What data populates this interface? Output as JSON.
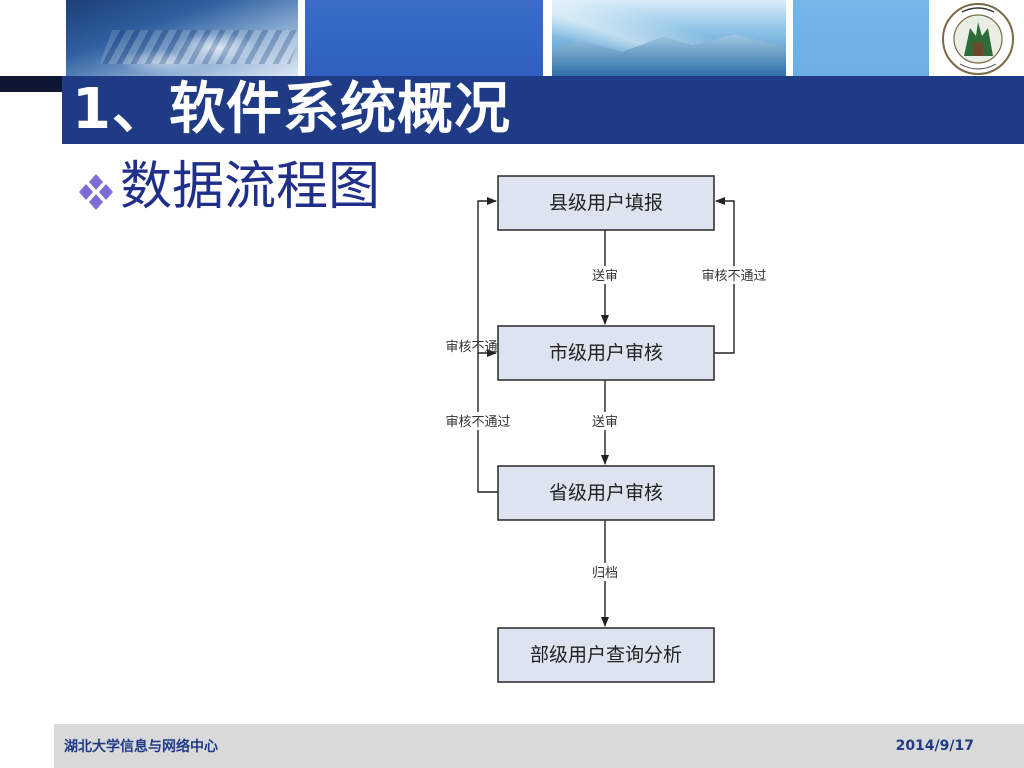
{
  "slide": {
    "title": "1、软件系统概况",
    "heading": "数据流程图",
    "bullet_icon": "four-diamond-bullet-icon"
  },
  "logo": {
    "name": "university-seal-logo"
  },
  "flowchart": {
    "nodes": [
      {
        "id": "county",
        "label": "县级用户填报"
      },
      {
        "id": "city",
        "label": "市级用户审核"
      },
      {
        "id": "province",
        "label": "省级用户审核"
      },
      {
        "id": "ministry",
        "label": "部级用户查询分析"
      }
    ],
    "edges": [
      {
        "from": "county",
        "to": "city",
        "label": "送审"
      },
      {
        "from": "city",
        "to": "county",
        "label": "审核不通过"
      },
      {
        "from": "city",
        "to": "province",
        "label": "送审"
      },
      {
        "from": "province",
        "to": "city",
        "label": "审核不通过"
      },
      {
        "from": "province",
        "to": "ministry",
        "label": "归档"
      }
    ],
    "extra_label": "审核不通过"
  },
  "footer": {
    "org": "湖北大学信息与网络中心",
    "date": "2014/9/17"
  },
  "colors": {
    "title_band": "#1f3b86",
    "heading_text": "#1f2f8a",
    "node_fill": "#dde4f0",
    "footer_bg": "#d9d9d9"
  }
}
